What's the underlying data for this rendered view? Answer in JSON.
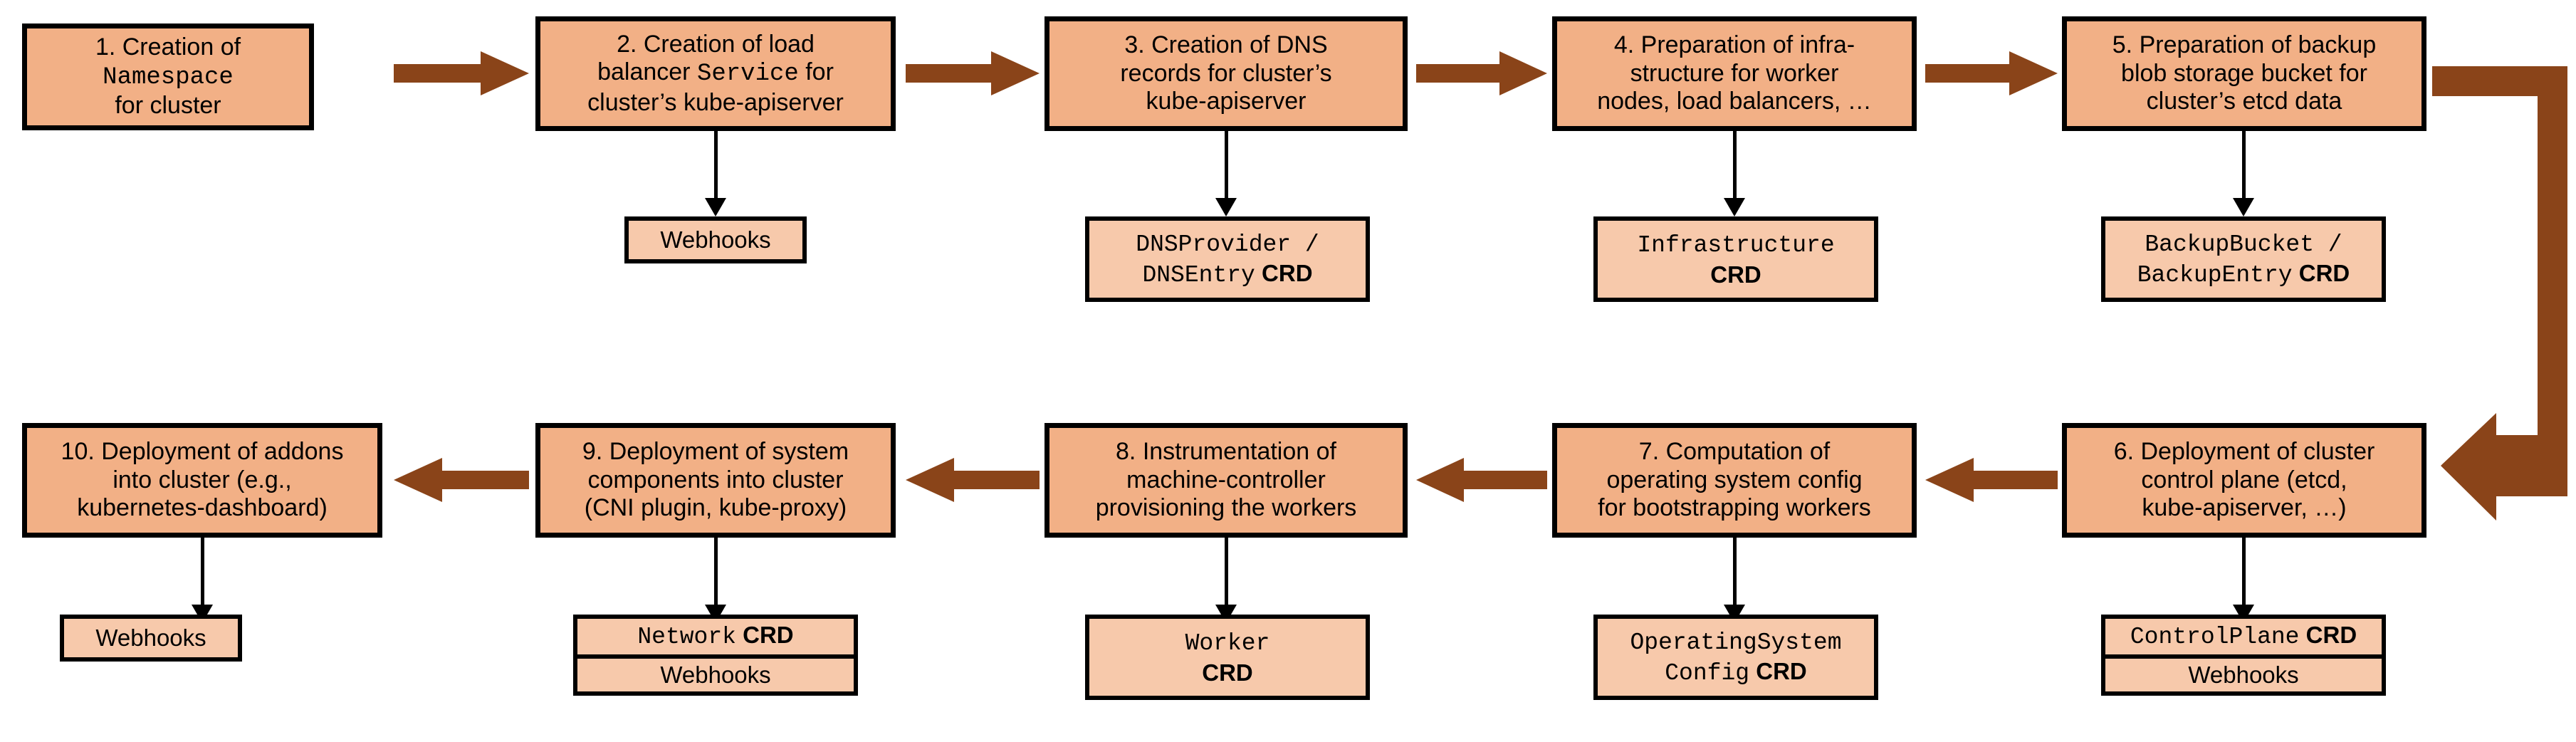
{
  "diagram": {
    "title": "Gardener cluster reconciliation flow",
    "colors": {
      "step_fill": "#F2B086",
      "sub_fill": "#F7C9AB",
      "border": "#000000",
      "arrow": "#8A4419",
      "background": "#FFFFFF"
    }
  },
  "steps": [
    {
      "id": 1,
      "lines": [
        [
          {
            "t": "1. Creation of",
            "s": "sans"
          }
        ],
        [
          {
            "t": "Namespace",
            "s": "mono"
          }
        ],
        [
          {
            "t": "for cluster",
            "s": "sans"
          }
        ]
      ]
    },
    {
      "id": 2,
      "lines": [
        [
          {
            "t": "2. Creation of load",
            "s": "sans"
          }
        ],
        [
          {
            "t": "balancer ",
            "s": "sans"
          },
          {
            "t": "Service",
            "s": "mono"
          },
          {
            "t": " for",
            "s": "sans"
          }
        ],
        [
          {
            "t": "cluster’s kube-apiserver",
            "s": "sans"
          }
        ]
      ]
    },
    {
      "id": 3,
      "lines": [
        [
          {
            "t": "3. Creation of DNS",
            "s": "sans"
          }
        ],
        [
          {
            "t": "records for cluster’s",
            "s": "sans"
          }
        ],
        [
          {
            "t": "kube-apiserver",
            "s": "sans"
          }
        ]
      ]
    },
    {
      "id": 4,
      "lines": [
        [
          {
            "t": "4. Preparation of infra-",
            "s": "sans"
          }
        ],
        [
          {
            "t": "structure for worker",
            "s": "sans"
          }
        ],
        [
          {
            "t": "nodes, load balancers, …",
            "s": "sans"
          }
        ]
      ]
    },
    {
      "id": 5,
      "lines": [
        [
          {
            "t": "5. Preparation of backup",
            "s": "sans"
          }
        ],
        [
          {
            "t": "blob storage bucket for",
            "s": "sans"
          }
        ],
        [
          {
            "t": "cluster’s etcd data",
            "s": "sans"
          }
        ]
      ]
    },
    {
      "id": 6,
      "lines": [
        [
          {
            "t": "6. Deployment of cluster",
            "s": "sans"
          }
        ],
        [
          {
            "t": "control plane (etcd,",
            "s": "sans"
          }
        ],
        [
          {
            "t": "kube-apiserver, …)",
            "s": "sans"
          }
        ]
      ]
    },
    {
      "id": 7,
      "lines": [
        [
          {
            "t": "7. Computation of",
            "s": "sans"
          }
        ],
        [
          {
            "t": "operating system config",
            "s": "sans"
          }
        ],
        [
          {
            "t": "for bootstrapping workers",
            "s": "sans"
          }
        ]
      ]
    },
    {
      "id": 8,
      "lines": [
        [
          {
            "t": "8. Instrumentation of",
            "s": "sans"
          }
        ],
        [
          {
            "t": "machine-controller",
            "s": "sans"
          }
        ],
        [
          {
            "t": "provisioning the workers",
            "s": "sans"
          }
        ]
      ]
    },
    {
      "id": 9,
      "lines": [
        [
          {
            "t": "9. Deployment of system",
            "s": "sans"
          }
        ],
        [
          {
            "t": "components into cluster",
            "s": "sans"
          }
        ],
        [
          {
            "t": "(CNI plugin, kube-proxy)",
            "s": "sans"
          }
        ]
      ]
    },
    {
      "id": 10,
      "lines": [
        [
          {
            "t": "10. Deployment of addons",
            "s": "sans"
          }
        ],
        [
          {
            "t": "into cluster (e.g.,",
            "s": "sans"
          }
        ],
        [
          {
            "t": "kubernetes-dashboard)",
            "s": "sans"
          }
        ]
      ]
    }
  ],
  "artifacts": [
    {
      "for_step": 2,
      "rows": [
        {
          "lines": [
            [
              {
                "t": "Webhooks",
                "s": "sans"
              }
            ]
          ]
        }
      ]
    },
    {
      "for_step": 3,
      "rows": [
        {
          "lines": [
            [
              {
                "t": "DNSProvider /",
                "s": "mono"
              }
            ],
            [
              {
                "t": "DNSEntry",
                "s": "mono"
              },
              {
                "t": " CRD",
                "s": "sans-b"
              }
            ]
          ]
        }
      ]
    },
    {
      "for_step": 4,
      "rows": [
        {
          "lines": [
            [
              {
                "t": "Infrastructure",
                "s": "mono"
              }
            ],
            [
              {
                "t": "CRD",
                "s": "sans-b"
              }
            ]
          ]
        }
      ]
    },
    {
      "for_step": 5,
      "rows": [
        {
          "lines": [
            [
              {
                "t": "BackupBucket /",
                "s": "mono"
              }
            ],
            [
              {
                "t": "BackupEntry",
                "s": "mono"
              },
              {
                "t": " CRD",
                "s": "sans-b"
              }
            ]
          ]
        }
      ]
    },
    {
      "for_step": 6,
      "rows": [
        {
          "lines": [
            [
              {
                "t": "ControlPlane",
                "s": "mono"
              },
              {
                "t": " CRD",
                "s": "sans-b"
              }
            ]
          ]
        },
        {
          "lines": [
            [
              {
                "t": "Webhooks",
                "s": "sans"
              }
            ]
          ]
        }
      ]
    },
    {
      "for_step": 7,
      "rows": [
        {
          "lines": [
            [
              {
                "t": "OperatingSystem",
                "s": "mono"
              }
            ],
            [
              {
                "t": "Config",
                "s": "mono"
              },
              {
                "t": " CRD",
                "s": "sans-b"
              }
            ]
          ]
        }
      ]
    },
    {
      "for_step": 8,
      "rows": [
        {
          "lines": [
            [
              {
                "t": "Worker",
                "s": "mono"
              }
            ],
            [
              {
                "t": "CRD",
                "s": "sans-b"
              }
            ]
          ]
        }
      ]
    },
    {
      "for_step": 9,
      "rows": [
        {
          "lines": [
            [
              {
                "t": "Network",
                "s": "mono"
              },
              {
                "t": " CRD",
                "s": "sans-b"
              }
            ]
          ]
        },
        {
          "lines": [
            [
              {
                "t": "Webhooks",
                "s": "sans"
              }
            ]
          ]
        }
      ]
    },
    {
      "for_step": 10,
      "rows": [
        {
          "lines": [
            [
              {
                "t": "Webhooks",
                "s": "sans"
              }
            ]
          ]
        }
      ]
    }
  ],
  "flow": {
    "top_row_order": [
      1,
      2,
      3,
      4,
      5
    ],
    "bottom_row_order": [
      6,
      7,
      8,
      9,
      10
    ],
    "direction_top": "left-to-right",
    "direction_bottom": "right-to-left",
    "wrap_connector": "step-5-to-step-6"
  }
}
